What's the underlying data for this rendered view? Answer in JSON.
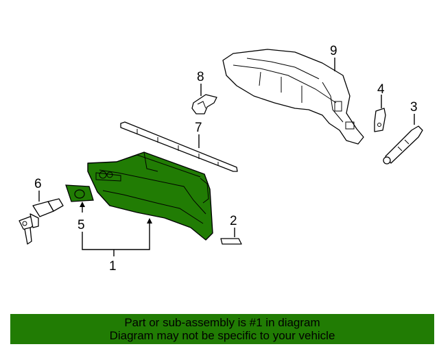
{
  "callouts": [
    "1",
    "2",
    "3",
    "4",
    "5",
    "6",
    "7",
    "8",
    "9"
  ],
  "colors": {
    "highlight": "#217c04",
    "banner": "#217c04",
    "line": "#000000"
  },
  "banner": {
    "line1": "Part or sub-assembly is #1 in diagram",
    "line2": "Diagram may not be specific to your vehicle"
  }
}
